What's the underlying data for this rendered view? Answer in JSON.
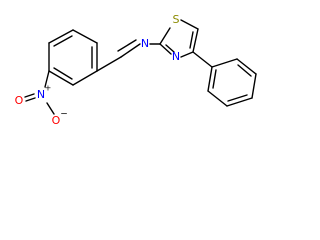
{
  "molecule": {
    "atoms": {
      "n_imine": {
        "text": "N",
        "color": "#0000ff"
      },
      "s_thiazole": {
        "text": "S",
        "color": "#8b8b00"
      },
      "n_thiazole": {
        "text": "N",
        "color": "#0000ff"
      },
      "n_nitro": {
        "text": "N",
        "color": "#0000ff"
      },
      "n_nitro_charge": {
        "text": "+"
      },
      "o_nitro_top": {
        "text": "O",
        "color": "#ff0000"
      },
      "o_nitro_bottom": {
        "text": "O",
        "color": "#ff0000"
      },
      "o_nitro_charge": {
        "text": "−"
      }
    }
  }
}
